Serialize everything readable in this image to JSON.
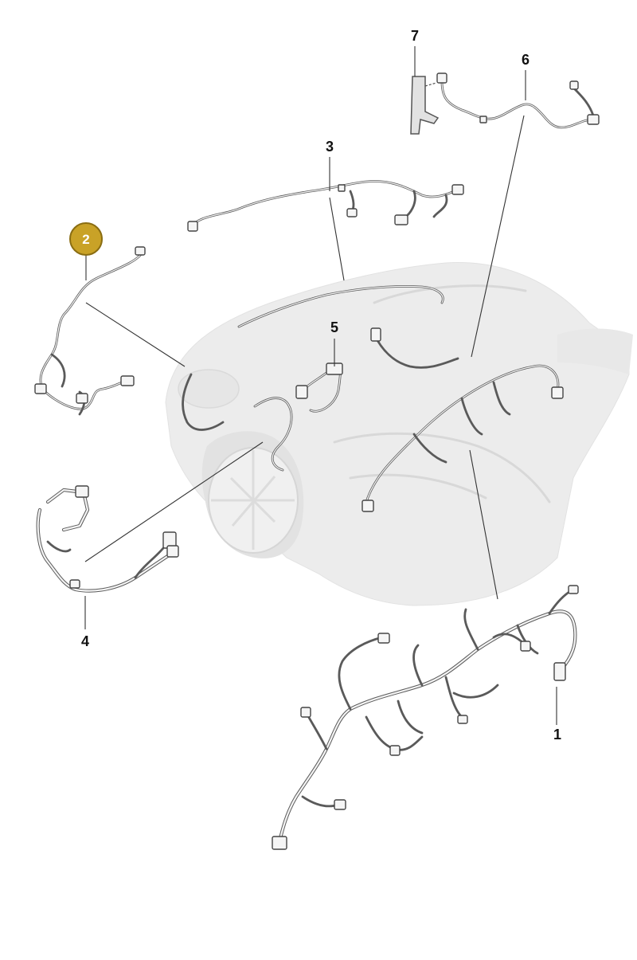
{
  "diagram": {
    "callouts": [
      {
        "id": "1",
        "label": "1",
        "highlighted": false
      },
      {
        "id": "2",
        "label": "2",
        "highlighted": true,
        "badge_color": "#c9a227"
      },
      {
        "id": "3",
        "label": "3",
        "highlighted": false
      },
      {
        "id": "4",
        "label": "4",
        "highlighted": false
      },
      {
        "id": "5",
        "label": "5",
        "highlighted": false
      },
      {
        "id": "6",
        "label": "6",
        "highlighted": false
      },
      {
        "id": "7",
        "label": "7",
        "highlighted": false
      }
    ],
    "parts": [
      {
        "callout": "1",
        "depicts": "main-wiring-harness"
      },
      {
        "callout": "2",
        "depicts": "front-wiring-harness"
      },
      {
        "callout": "3",
        "depicts": "roof-wiring-harness"
      },
      {
        "callout": "4",
        "depicts": "front-end-wiring-harness"
      },
      {
        "callout": "5",
        "depicts": "bracket-harness"
      },
      {
        "callout": "6",
        "depicts": "rear-wiring-harness"
      },
      {
        "callout": "7",
        "depicts": "bracket"
      }
    ],
    "colors": {
      "highlight_badge": "#c9a227",
      "highlight_badge_border": "#8a6d12",
      "car_ghost": "#ececec",
      "wire": "#5a5a5a"
    }
  }
}
